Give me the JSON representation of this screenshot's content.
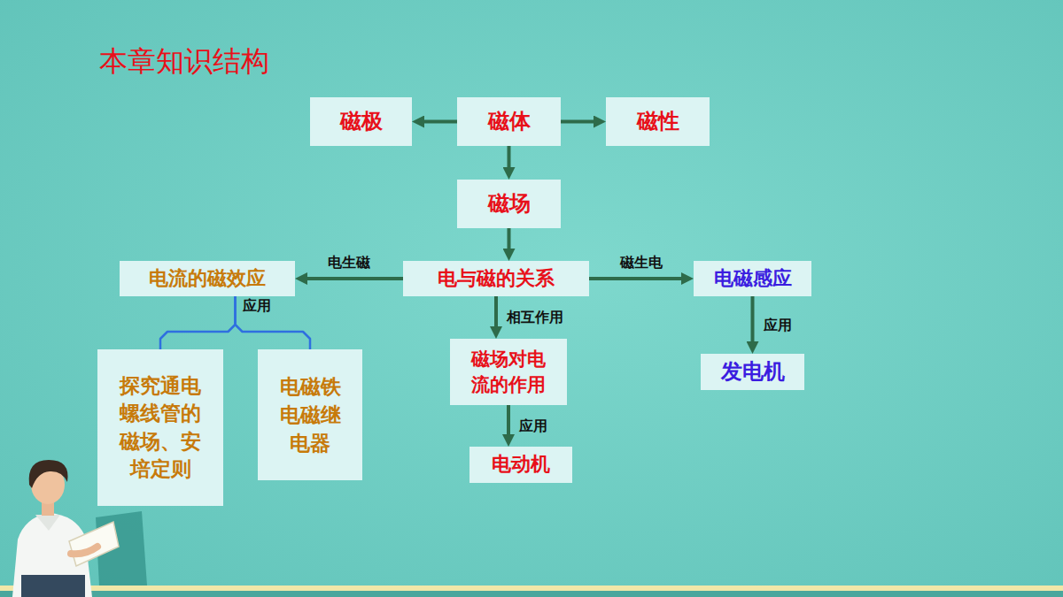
{
  "diagram": {
    "title": "本章知识结构",
    "nodes": [
      {
        "text": [
          "磁极"
        ]
      },
      {
        "text": [
          "磁体"
        ]
      },
      {
        "text": [
          "磁性"
        ]
      },
      {
        "text": [
          "磁场"
        ]
      },
      {
        "text": [
          "电流的磁效应"
        ]
      },
      {
        "text": [
          "电与磁的关系"
        ]
      },
      {
        "text": [
          "电磁感应"
        ]
      },
      {
        "text": [
          "探究通电螺线管的磁场、安培定则"
        ]
      },
      {
        "text": [
          "电磁铁 电磁继电器"
        ]
      },
      {
        "text": [
          "磁场对电流的作用"
        ]
      },
      {
        "text": [
          "发电机"
        ]
      },
      {
        "text": [
          "电动机"
        ]
      }
    ],
    "edges": [
      {
        "from": 1,
        "to": 0,
        "arrow": "to"
      },
      {
        "from": 1,
        "to": 2,
        "arrow": "to"
      },
      {
        "from": 1,
        "to": 3,
        "arrow": "to"
      },
      {
        "from": 3,
        "to": 5,
        "arrow": "to"
      },
      {
        "from": 5,
        "to": 4,
        "label": "电生磁",
        "arrow": "to"
      },
      {
        "from": 5,
        "to": 6,
        "label": "磁生电",
        "arrow": "to"
      },
      {
        "from": 5,
        "to": 9,
        "label": "相互作用",
        "arrow": "to"
      },
      {
        "from": 4,
        "to": 7,
        "label": "应用",
        "arrow": "none"
      },
      {
        "from": 4,
        "to": 8,
        "arrow": "none"
      },
      {
        "from": 6,
        "to": 10,
        "label": "应用",
        "arrow": "to"
      },
      {
        "from": 9,
        "to": 11,
        "label": "应用",
        "arrow": "to"
      }
    ]
  }
}
